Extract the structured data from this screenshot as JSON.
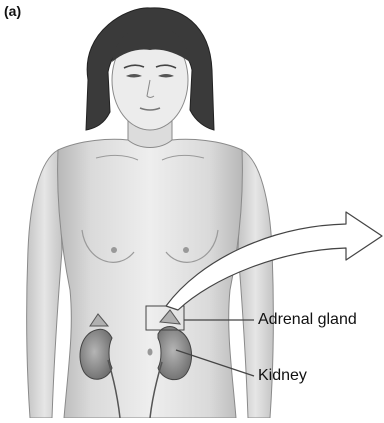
{
  "figure": {
    "panel_label": "(a)",
    "labels": {
      "adrenal_gland": "Adrenal gland",
      "kidney": "Kidney"
    }
  },
  "colors": {
    "skin_light": "#ececec",
    "skin_shadow": "#bdbdbd",
    "hair": "#3a3a3a",
    "outline": "#6e6e6e",
    "kidney": "#8a8a8a",
    "adrenal": "#b0b0b0",
    "leader_line": "#444444"
  },
  "icons": [
    "human-figure-illustration",
    "curved-arrow-icon"
  ]
}
